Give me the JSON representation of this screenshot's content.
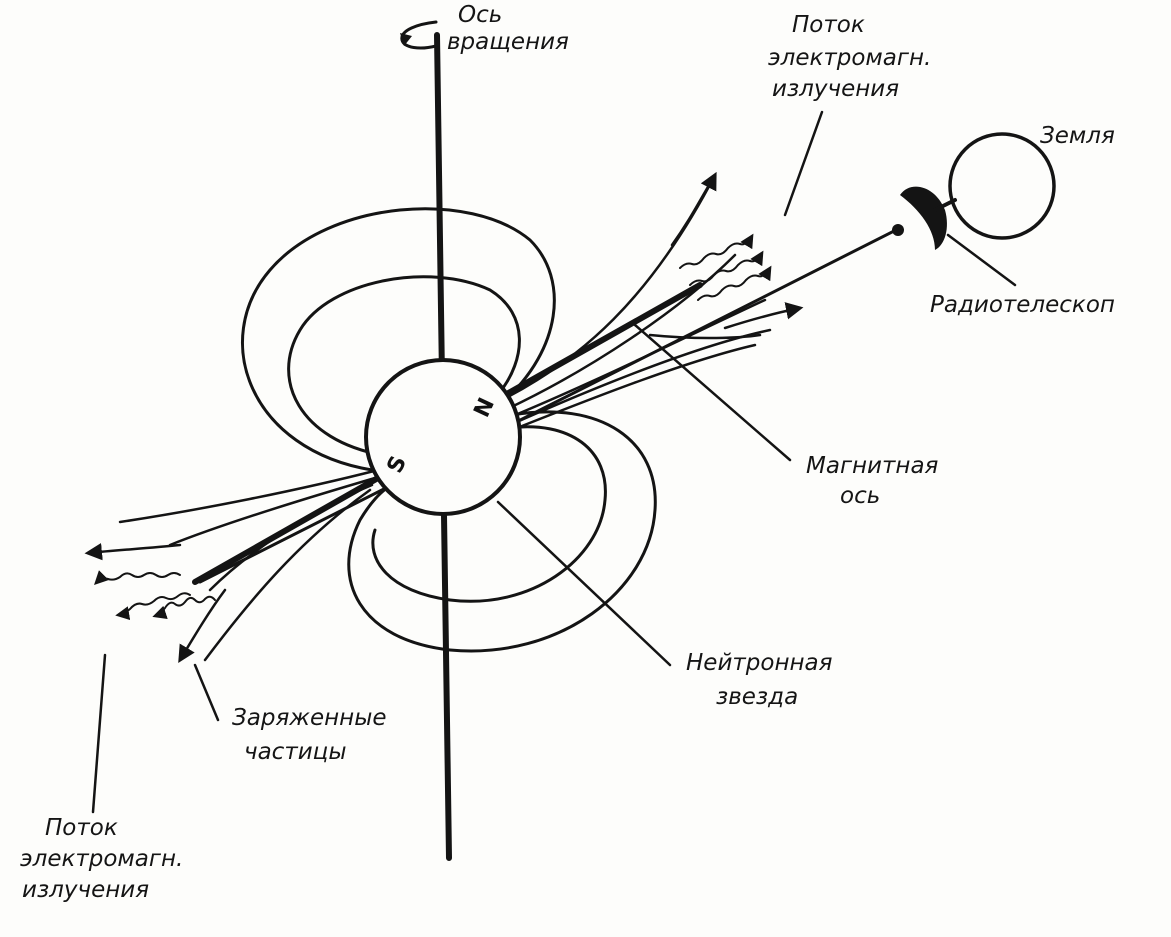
{
  "labels": {
    "rotation_axis": [
      "Ось",
      "вращения"
    ],
    "em_flow_top": [
      "Поток",
      "электромагн.",
      "излучения"
    ],
    "earth": "Земля",
    "radiotelescope": "Радиотелескоп",
    "magnetic_axis": [
      "Магнитная",
      "ось"
    ],
    "neutron_star": [
      "Нейтронная",
      "звезда"
    ],
    "charged_particles": [
      "Заряженные",
      "частицы"
    ],
    "em_flow_bottom": [
      "Поток",
      "электромагн.",
      "излучения"
    ]
  },
  "poles": {
    "north": "N",
    "south": "S"
  },
  "colors": {
    "ink": "#141414",
    "paper": "#fdfdfb"
  }
}
